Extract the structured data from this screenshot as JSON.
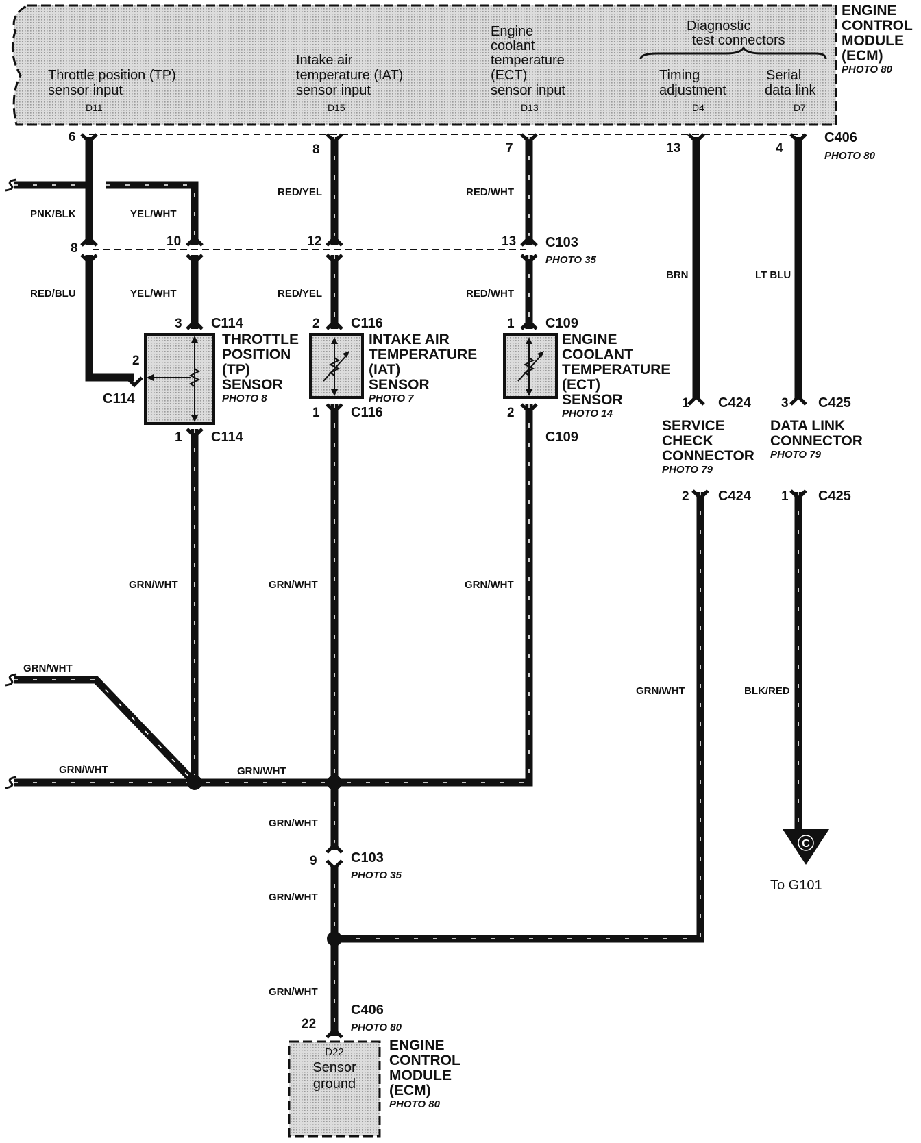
{
  "ecm_top": {
    "title": [
      "ENGINE",
      "CONTROL",
      "MODULE",
      "(ECM)"
    ],
    "photo": "PHOTO 80",
    "inputs": [
      {
        "desc": [
          "Throttle position (TP)",
          "sensor input"
        ],
        "pin": "D11"
      },
      {
        "desc": [
          "Intake air",
          "temperature (IAT)",
          "sensor input"
        ],
        "pin": "D15"
      },
      {
        "desc": [
          "Engine",
          "coolant",
          "temperature",
          "(ECT)",
          "sensor input"
        ],
        "pin": "D13"
      }
    ],
    "diag_group": [
      "Diagnostic",
      "test connectors"
    ],
    "diag": [
      {
        "desc": [
          "Timing",
          "adjustment"
        ],
        "pin": "D4"
      },
      {
        "desc": [
          "Serial",
          "data link"
        ],
        "pin": "D7"
      }
    ]
  },
  "c406_top": {
    "name": "C406",
    "photo": "PHOTO 80",
    "pins": [
      "6",
      "8",
      "7",
      "13",
      "4"
    ]
  },
  "c103": {
    "name": "C103",
    "photo": "PHOTO 35",
    "pins": [
      "8",
      "10",
      "12",
      "13"
    ],
    "pin_lower": "9"
  },
  "wires": {
    "pnk_blk": "PNK/BLK",
    "yel_wht": "YEL/WHT",
    "red_yel": "RED/YEL",
    "red_wht": "RED/WHT",
    "red_blu": "RED/BLU",
    "brn": "BRN",
    "lt_blu": "LT BLU",
    "grn_wht": "GRN/WHT",
    "blk_red": "BLK/RED"
  },
  "tp_sensor": {
    "title": [
      "THROTTLE",
      "POSITION",
      "(TP)",
      "SENSOR"
    ],
    "photo": "PHOTO 8",
    "connector": "C114",
    "pins": [
      "3",
      "2",
      "1"
    ]
  },
  "iat_sensor": {
    "title": [
      "INTAKE AIR",
      "TEMPERATURE",
      "(IAT)",
      "SENSOR"
    ],
    "photo": "PHOTO 7",
    "connector": "C116",
    "pins": [
      "2",
      "1"
    ]
  },
  "ect_sensor": {
    "title": [
      "ENGINE",
      "COOLANT",
      "TEMPERATURE",
      "(ECT)",
      "SENSOR"
    ],
    "photo": "PHOTO 14",
    "connector": "C109",
    "pins": [
      "1",
      "2"
    ]
  },
  "service_check": {
    "title": [
      "SERVICE",
      "CHECK",
      "CONNECTOR"
    ],
    "photo": "PHOTO 79",
    "connector": "C424",
    "pins": [
      "1",
      "2"
    ]
  },
  "data_link": {
    "title": [
      "DATA LINK",
      "CONNECTOR"
    ],
    "photo": "PHOTO 79",
    "connector": "C425",
    "pins": [
      "3",
      "1"
    ]
  },
  "ground": {
    "symbol": "C",
    "label": "To G101"
  },
  "ecm_bottom": {
    "connector": "C406",
    "photo": "PHOTO 80",
    "pin": "22",
    "pin_id": "D22",
    "desc": [
      "Sensor",
      "ground"
    ],
    "title": [
      "ENGINE",
      "CONTROL",
      "MODULE",
      "(ECM)"
    ]
  },
  "colors": {
    "wire": "#111111",
    "module_fill": "#d4d4d4",
    "background": "#ffffff"
  }
}
